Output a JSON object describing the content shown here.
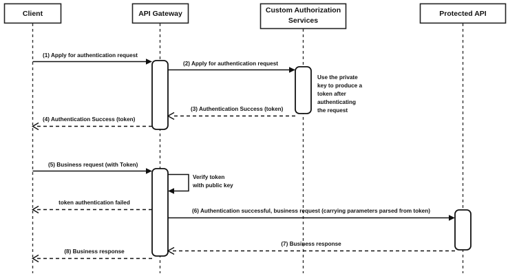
{
  "diagram": {
    "type": "uml-sequence-diagram",
    "title": "API Gateway token authentication sequence",
    "background_color": "#ffffff",
    "line_color": "#111111",
    "text_color": "#111111"
  },
  "participants": [
    {
      "id": "client",
      "label": "Client"
    },
    {
      "id": "api-gateway",
      "label": "API Gateway"
    },
    {
      "id": "custom-auth",
      "label": "Custom Authorization\nServices",
      "line1": "Custom Authorization",
      "line2": "Services"
    },
    {
      "id": "protected-api",
      "label": "Protected API"
    }
  ],
  "messages": [
    {
      "seq": "1",
      "label": "(1) Apply for authentication request",
      "from": "client",
      "to": "api-gateway",
      "style": "solid"
    },
    {
      "seq": "2",
      "label": "(2) Apply for authentication request",
      "from": "api-gateway",
      "to": "custom-auth",
      "style": "solid"
    },
    {
      "seq": "3",
      "label": "(3) Authentication Success (token)",
      "from": "custom-auth",
      "to": "api-gateway",
      "style": "dashed"
    },
    {
      "seq": "4",
      "label": "(4) Authentication Success (token)",
      "from": "api-gateway",
      "to": "client",
      "style": "dashed"
    },
    {
      "seq": "5",
      "label": "(5) Business request (with Token)",
      "from": "client",
      "to": "api-gateway",
      "style": "solid"
    },
    {
      "seq": "self",
      "label": "Verify token\nwith public key",
      "line1": "Verify token",
      "line2": "with public key",
      "from": "api-gateway",
      "to": "api-gateway",
      "style": "solid-self"
    },
    {
      "seq": "fail",
      "label": "token authentication failed",
      "from": "api-gateway",
      "to": "client",
      "style": "dashed"
    },
    {
      "seq": "6",
      "label": "(6) Authentication successful, business request (carrying parameters parsed from token)",
      "from": "api-gateway",
      "to": "protected-api",
      "style": "solid"
    },
    {
      "seq": "7",
      "label": "(7) Business response",
      "from": "protected-api",
      "to": "api-gateway",
      "style": "dashed"
    },
    {
      "seq": "8",
      "label": "(8) Business response",
      "from": "api-gateway",
      "to": "client",
      "style": "dashed"
    }
  ],
  "notes": [
    {
      "id": "private-key-note",
      "attached_to": "custom-auth",
      "text": "Use the private key to produce a token after authenticating the request",
      "lines": [
        "Use the private",
        "key to produce a",
        "token after",
        "authenticating",
        "the request"
      ]
    }
  ]
}
